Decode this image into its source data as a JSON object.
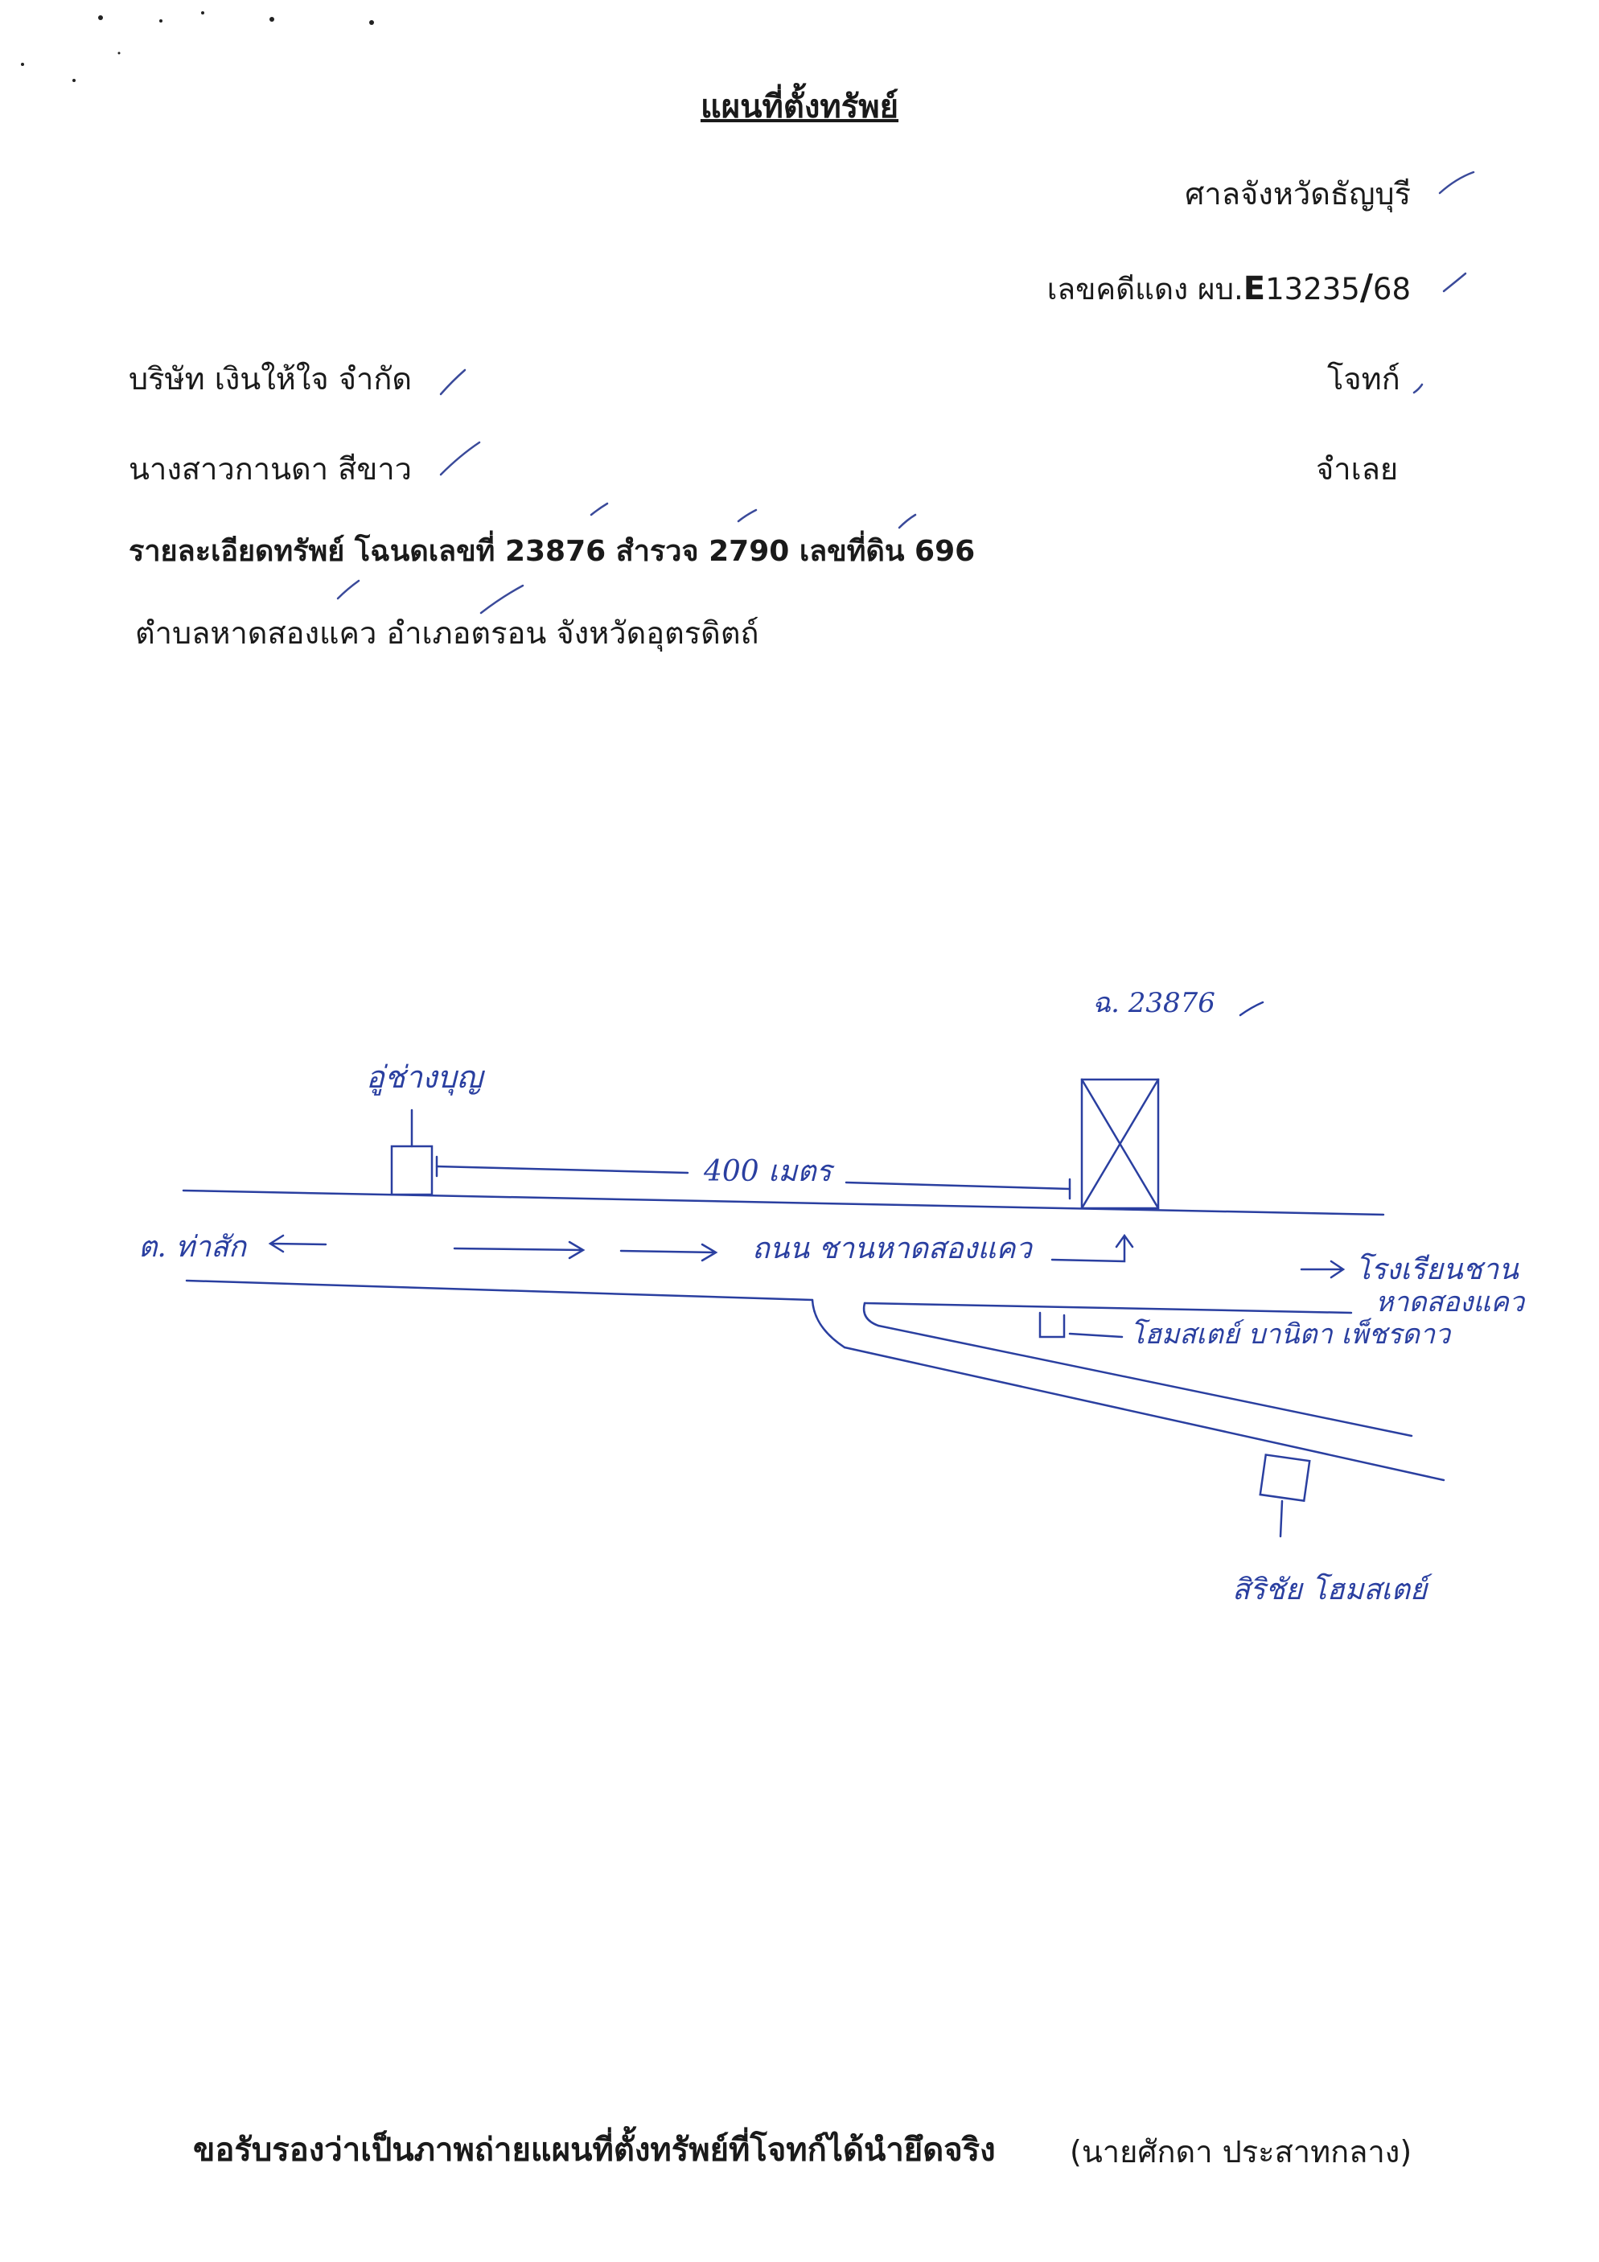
{
  "document": {
    "title": "แผนที่ตั้งทรัพย์",
    "court": "ศาลจังหวัดธัญบุรี",
    "case_prefix": "เลขคดีแดง ผบ.",
    "case_letter": "E",
    "case_number": "13235",
    "case_slash": "/",
    "case_year": "68",
    "plaintiff_name": "บริษัท เงินให้ใจ จำกัด",
    "plaintiff_role": "โจทก์",
    "defendant_name": "นางสาวกานดา สีขาว",
    "defendant_role": "จำเลย",
    "property_details": "รายละเอียดทรัพย์ โฉนดเลขที่ 23876 สำรวจ 2790 เลขที่ดิน 696",
    "location": "ตำบลหาดสองแคว อำเภอตรอน จังหวัดอุตรดิตถ์",
    "certification": "ขอรับรองว่าเป็นภาพถ่ายแผนที่ตั้งทรัพย์ที่โจทก์ได้นำยึดจริง",
    "certifier": "(นายศักดา ประสาทกลาง)"
  },
  "map": {
    "deed_label": "ฉ. 23876",
    "landmark_left": "อู่ช่างบุญ",
    "distance": "400 เมตร",
    "west_direction": "ต. ท่าสัก",
    "road_name": "ถนน ชานหาดสองแคว",
    "east_direction_line1": "โรงเรียนชาน",
    "east_direction_line2": "หาดสองแคว",
    "shop_label": "โฮมสเตย์ บานิตา เพ็ชรดาว",
    "bottom_landmark": "สิริชัย โฮมสเตย์",
    "ink_color": "#2a3fa0"
  }
}
